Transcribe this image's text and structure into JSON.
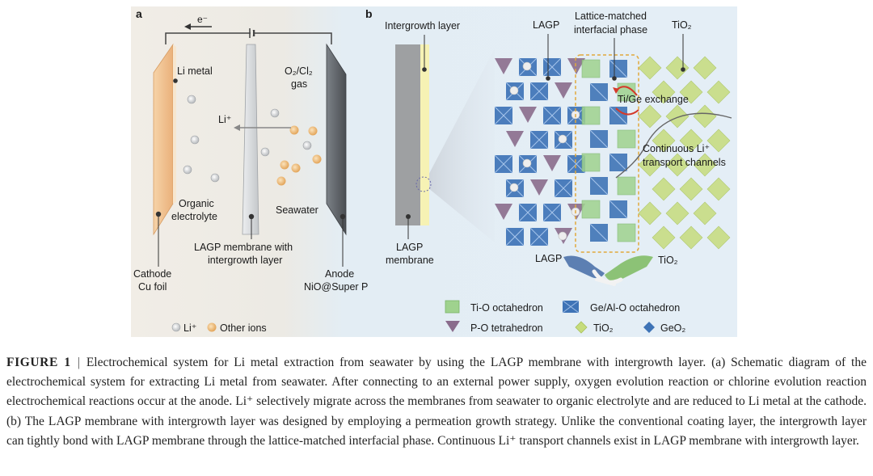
{
  "panel_a": {
    "letter": "a",
    "electron_label": "e⁻",
    "li_metal": "Li metal",
    "gas_line1": "O₂/Cl₂",
    "gas_line2": "gas",
    "li_ion": "Li⁺",
    "organic_line1": "Organic",
    "organic_line2": "electrolyte",
    "seawater": "Seawater",
    "membrane_line1": "LAGP membrane with",
    "membrane_line2": "intergrowth layer",
    "cathode_line1": "Cathode",
    "cathode_line2": "Cu foil",
    "anode_line1": "Anode",
    "anode_line2": "NiO@Super P",
    "legend_li": "Li⁺",
    "legend_other": "Other ions"
  },
  "panel_b": {
    "letter": "b",
    "intergrowth_layer": "Intergrowth layer",
    "lagp_line1": "LAGP",
    "lagp_line2": "membrane",
    "lagp_top": "LAGP",
    "lattice_line1": "Lattice-matched",
    "lattice_line2": "interfacial phase",
    "tio2_top": "TiO₂",
    "exchange": "Ti/Ge exchange",
    "continuous_line1": "Continuous Li⁺",
    "continuous_line2": "transport channels",
    "hand_lagp": "LAGP",
    "hand_tio2": "TiO₂",
    "legend_tio_oct": "Ti-O octahedron",
    "legend_ge_oct": "Ge/Al-O octahedron",
    "legend_po_tet": "P-O tetrahedron",
    "legend_tio2": "TiO₂",
    "legend_geo2": "GeO₂"
  },
  "caption": {
    "label": "FIGURE 1",
    "separator": "|",
    "text": "Electrochemical system for Li metal extraction from seawater by using the LAGP membrane with intergrowth layer. (a) Schematic diagram of the electrochemical system for extracting Li metal from seawater. After connecting to an external power supply, oxygen evolution reaction or chlorine evolution reaction electrochemical reactions occur at the anode. Li⁺ selectively migrate across the membranes from seawater to organic electrolyte and are reduced to Li metal at the cathode. (b) The LAGP membrane with intergrowth layer was designed by employing a permeation growth strategy. Unlike the conventional coating layer, the intergrowth layer can tightly bond with LAGP membrane through the lattice-matched interfacial phase. Continuous Li⁺ transport channels exist in LAGP membrane with intergrowth layer."
  },
  "colors": {
    "panel_bg": "#e6eff6",
    "cathode": "#f2bf8c",
    "anode": "#5c6166",
    "membrane": "#d8dadc",
    "intergrowth": "#f6f2b4",
    "ge_al_octahedron": "#3e73b6",
    "ti_o_octahedron": "#9fd28e",
    "po_tetrahedron": "#8a6c8c",
    "tio2": "#c6dc7c",
    "interface_box": "#e6b34a",
    "exchange_arrow": "#d43a2a"
  }
}
